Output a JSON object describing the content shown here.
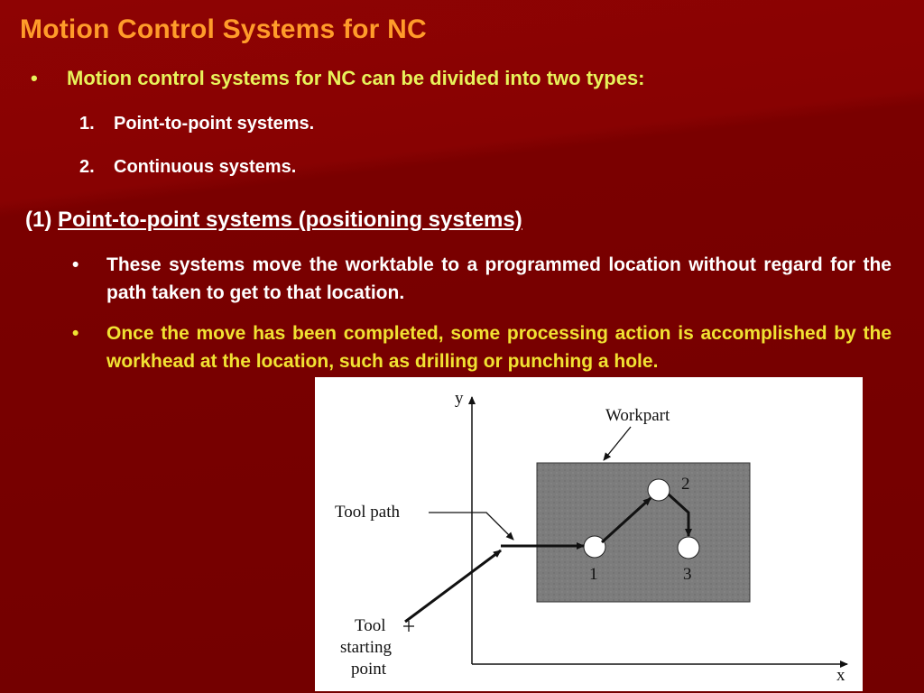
{
  "slide": {
    "title": "Motion Control Systems for NC",
    "intro_bullet": "•",
    "intro": "Motion control systems for NC can be divided into two types:",
    "types": [
      {
        "num": "1.",
        "label": "Point-to-point systems."
      },
      {
        "num": "2.",
        "label": "Continuous systems."
      }
    ],
    "section": {
      "prefix": "(1)",
      "title": "Point-to-point systems (positioning systems)"
    },
    "bullets": [
      {
        "mark": "•",
        "text": "These systems move the worktable to a programmed location without regard for the path taken to get to that location."
      },
      {
        "mark": "•",
        "text": "Once the move has been completed, some processing action is accomplished by the workhead at the location, such as drilling or punching a hole."
      }
    ]
  },
  "figure": {
    "axis_y": "y",
    "axis_x": "x",
    "workpart_label": "Workpart",
    "toolpath_label": "Tool path",
    "tool_start_line1": "Tool",
    "tool_start_line2": "starting",
    "tool_start_line3": "point",
    "point_labels": [
      "1",
      "2",
      "3"
    ]
  }
}
